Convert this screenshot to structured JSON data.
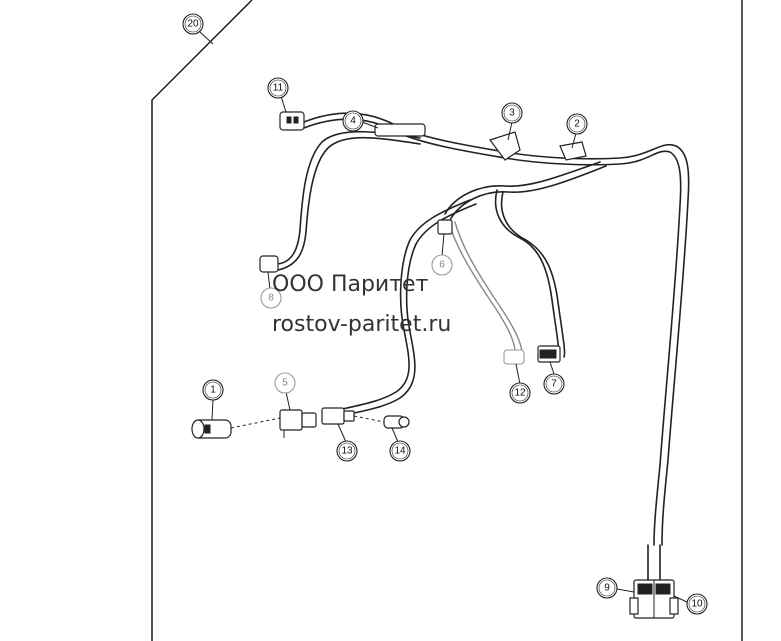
{
  "watermark": {
    "line1": "ООО Паритет",
    "line2": "rostov-paritet.ru"
  },
  "callouts": [
    {
      "id": "c1",
      "label": "1"
    },
    {
      "id": "c2",
      "label": "2"
    },
    {
      "id": "c3",
      "label": "3"
    },
    {
      "id": "c4",
      "label": "4"
    },
    {
      "id": "c5",
      "label": "5"
    },
    {
      "id": "c6",
      "label": "6"
    },
    {
      "id": "c7",
      "label": "7"
    },
    {
      "id": "c8",
      "label": "8"
    },
    {
      "id": "c9",
      "label": "9"
    },
    {
      "id": "c10",
      "label": "10"
    },
    {
      "id": "c11",
      "label": "11"
    },
    {
      "id": "c12",
      "label": "12"
    },
    {
      "id": "c13",
      "label": "13"
    },
    {
      "id": "c14",
      "label": "14"
    },
    {
      "id": "c20",
      "label": "20"
    }
  ]
}
